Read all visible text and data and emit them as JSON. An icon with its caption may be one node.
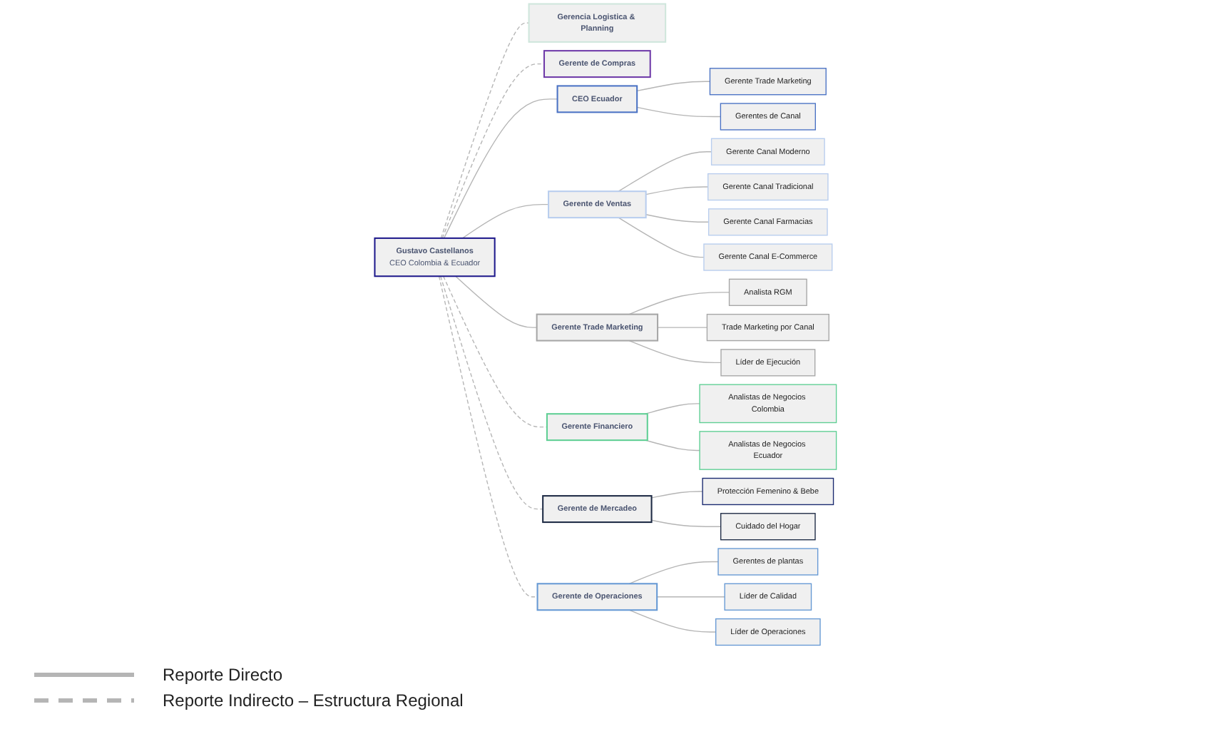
{
  "diagram": {
    "nodes": [
      {
        "text": [
          "Gustavo Castellanos",
          "CEO Colombia & Ecuador"
        ]
      },
      {
        "text": [
          "CEO Ecuador"
        ]
      },
      {
        "text": [
          "Gerente Trade Marketing"
        ]
      },
      {
        "text": [
          "Gerentes de Canal"
        ]
      },
      {
        "text": [
          "Gerente de Ventas"
        ]
      },
      {
        "text": [
          "Gerente Canal Moderno"
        ]
      },
      {
        "text": [
          "Gerente Canal Tradicional"
        ]
      },
      {
        "text": [
          "Gerente Canal Farmacias"
        ]
      },
      {
        "text": [
          "Gerente Canal E-Commerce"
        ]
      },
      {
        "text": [
          "Gerente Trade Marketing"
        ]
      },
      {
        "text": [
          "Analista RGM"
        ]
      },
      {
        "text": [
          "Trade Marketing por Canal"
        ]
      },
      {
        "text": [
          "Líder de Ejecución"
        ]
      },
      {
        "text": [
          "Gerente Financiero"
        ]
      },
      {
        "text": [
          "Analistas de Negocios Colombia"
        ]
      },
      {
        "text": [
          "Analistas de Negocios Ecuador"
        ]
      },
      {
        "text": [
          "Gerente de Mercadeo"
        ]
      },
      {
        "text": [
          "Protección Femenino & Bebe"
        ]
      },
      {
        "text": [
          "Cuidado del Hogar"
        ]
      },
      {
        "text": [
          "Gerente de Operaciones"
        ]
      },
      {
        "text": [
          "Gerentes de plantas"
        ]
      },
      {
        "text": [
          "Líder de Calidad"
        ]
      },
      {
        "text": [
          "Líder de Operaciones"
        ]
      },
      {
        "text": [
          "Gerencia Logistica & Planning"
        ]
      },
      {
        "text": [
          "Gerente de Compras"
        ]
      }
    ],
    "edges": [
      {
        "from": 0,
        "to": 1,
        "arrow": "none"
      },
      {
        "from": 0,
        "to": 4,
        "arrow": "none"
      },
      {
        "from": 0,
        "to": 9,
        "arrow": "none"
      },
      {
        "from": 0,
        "to": 13,
        "arrow": "none",
        "style": "dashed"
      },
      {
        "from": 0,
        "to": 16,
        "arrow": "none",
        "style": "dashed"
      },
      {
        "from": 0,
        "to": 19,
        "arrow": "none",
        "style": "dashed"
      },
      {
        "from": 0,
        "to": 23,
        "arrow": "none",
        "style": "dashed"
      },
      {
        "from": 0,
        "to": 24,
        "arrow": "none",
        "style": "dashed"
      },
      {
        "from": 1,
        "to": 2,
        "arrow": "none"
      },
      {
        "from": 1,
        "to": 3,
        "arrow": "none"
      },
      {
        "from": 4,
        "to": 5,
        "arrow": "none"
      },
      {
        "from": 4,
        "to": 6,
        "arrow": "none"
      },
      {
        "from": 4,
        "to": 7,
        "arrow": "none"
      },
      {
        "from": 4,
        "to": 8,
        "arrow": "none"
      },
      {
        "from": 9,
        "to": 10,
        "arrow": "none"
      },
      {
        "from": 9,
        "to": 11,
        "arrow": "none"
      },
      {
        "from": 9,
        "to": 12,
        "arrow": "none"
      },
      {
        "from": 13,
        "to": 14,
        "arrow": "none"
      },
      {
        "from": 13,
        "to": 15,
        "arrow": "none"
      },
      {
        "from": 16,
        "to": 17,
        "arrow": "none"
      },
      {
        "from": 16,
        "to": 18,
        "arrow": "none"
      },
      {
        "from": 19,
        "to": 20,
        "arrow": "none"
      },
      {
        "from": 19,
        "to": 21,
        "arrow": "none"
      },
      {
        "from": 19,
        "to": 22,
        "arrow": "none"
      }
    ],
    "legend": [
      {
        "text": "Reporte Directo"
      },
      {
        "text": "Reporte Indirecto – Estructura Regional"
      }
    ]
  }
}
